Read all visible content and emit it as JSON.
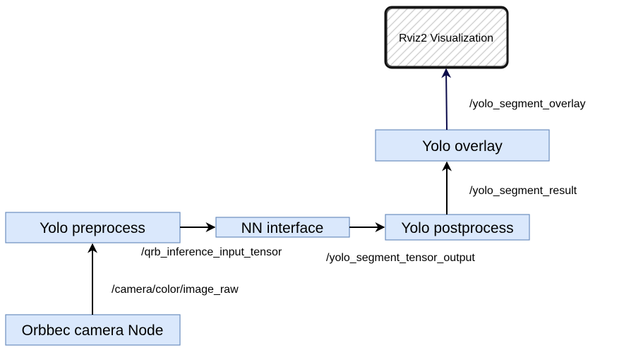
{
  "nodes": {
    "rviz": "Rviz2 Visualization",
    "yolo_overlay": "Yolo overlay",
    "yolo_preprocess": "Yolo preprocess",
    "nn_interface": "NN interface",
    "yolo_postprocess": "Yolo postprocess",
    "orbbec_camera": "Orbbec camera Node"
  },
  "edges": {
    "camera_to_preprocess": "/camera/color/image_raw",
    "preprocess_to_nn": "/qrb_inference_input_tensor",
    "nn_to_postprocess": "/yolo_segment_tensor_output",
    "postprocess_to_overlay": "/yolo_segment_result",
    "overlay_to_rviz": "/yolo_segment_overlay"
  },
  "colors": {
    "node_fill": "#dae8fc",
    "node_stroke": "#6c8ebf",
    "edge": "#000000",
    "rviz_edge": "#0b0b4a"
  }
}
